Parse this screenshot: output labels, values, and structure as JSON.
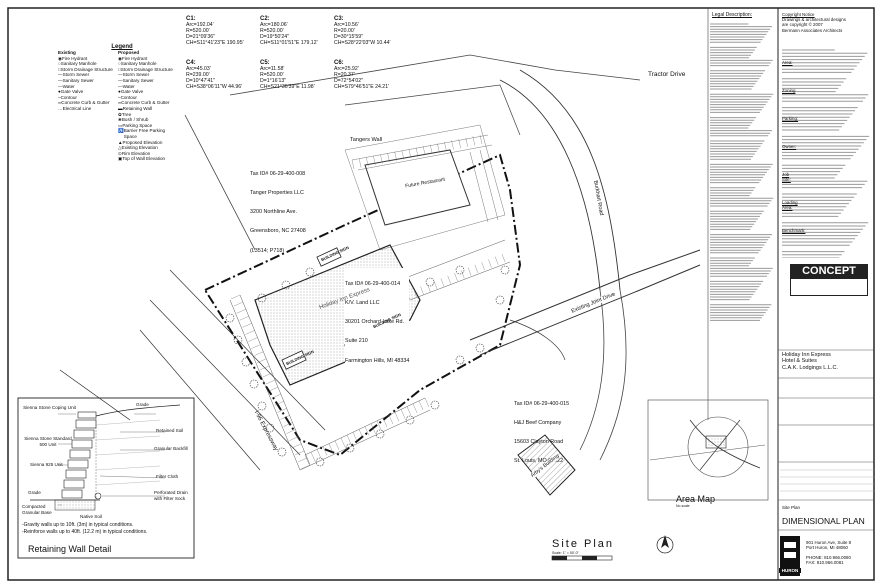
{
  "curves": [
    {
      "id": "C1:",
      "arc": "Arc=192.04'",
      "r": "R=520.00'",
      "d": "D=21°09'36\"",
      "ch": "CH=S11°41'23\"E 190.95'"
    },
    {
      "id": "C2:",
      "arc": "Arc=180.06'",
      "r": "R=520.00'",
      "d": "D=19°50'24\"",
      "ch": "CH=S11°01'51\"E 179.12'"
    },
    {
      "id": "C3:",
      "arc": "Arc=10.56'",
      "r": "R=20.00'",
      "d": "D=30°15'59\"",
      "ch": "CH=S28°22'03\"W 10.44'"
    },
    {
      "id": "C4:",
      "arc": "Arc=45.03'",
      "r": "R=239.00'",
      "d": "D=10°47'41\"",
      "ch": "CH=S38°06'11\"W 44.96'"
    },
    {
      "id": "C5:",
      "arc": "Arc=11.58'",
      "r": "R=520.00'",
      "d": "D=1°16'13\"",
      "ch": "CH=S21°36'39\"E 11.98'"
    },
    {
      "id": "C6:",
      "arc": "Arc=25.92'",
      "r": "R=20.37'",
      "d": "D=72°54'02\"",
      "ch": "CH=S79°46'51\"E 24.21'"
    }
  ],
  "legend": {
    "title": "Legend",
    "col1": "Existing",
    "col2": "Proposed",
    "existing": [
      "Fire Hydrant",
      "Sanitary Manhole",
      "Storm Drainage Structure",
      "Storm Sewer",
      "Sanitary Sewer",
      "Water",
      "Gate Valve",
      "Contour",
      "Concrete Curb & Gutter",
      "Electrical Line"
    ],
    "proposed": [
      "Fire Hydrant",
      "Sanitary Manhole",
      "Storm Drainage Structure",
      "Storm Sewer",
      "Sanitary Sewer",
      "Water",
      "Gate Valve",
      "Contour",
      "Concrete Curb & Gutter",
      "Retaining Wall",
      "Tree",
      "Bush / Shrub",
      "Parking Space",
      "Barrier Free Parking Space",
      "Proposed Elevation",
      "Existing Elevation",
      "Rim Elevation",
      "Top of Wall Elevation"
    ]
  },
  "parcels": {
    "tanger": [
      "Tax ID# 06-29-400-008",
      "Tanger Properties LLC",
      "3200 Northline Ave.",
      "Greensboro, NC 27408",
      "(L3514; P718)"
    ],
    "kv": [
      "Tax ID# 06-29-400-014",
      "K/V. Land LLC",
      "30201 Orchard Lake Rd.",
      "Suite 210",
      "Farmington Hills, MI 48334"
    ],
    "hj": [
      "Tax ID# 06-29-400-015",
      "H&J Beef Company",
      "15603 Clayton Road",
      "St. Louis, MO 63022"
    ]
  },
  "labels": {
    "tangers_wall": "Tangers Wall",
    "tractor_drive": "Tractor Drive",
    "future_restaurant": "Future Restaurant",
    "burkhart_road": "Burkhart Road",
    "existing_joint_drive": "Existing Joint Drive",
    "holiday_inn_express": "Holiday Inn Express",
    "i96_expressway": "I-96 Expressway",
    "arbys_building": "Arby's Building",
    "building_sign": "BUILDING SIGN",
    "area_map": "Area Map",
    "site_plan": "Site Plan",
    "site_plan_scale": "Scale: 1\" = 50'-0\"",
    "nts": "No scale"
  },
  "retaining_wall": {
    "title": "Retaining Wall Detail",
    "notes": [
      "-Gravity walls up to 10ft. (3m) in typical conditions.",
      "-Reinforce walls up to 40ft. (12.2 m) in typical conditions."
    ],
    "callouts": [
      "Sienna Stone Coping Unit",
      "Grade",
      "Retained Soil",
      "Sienna Stone Standard 500 Unit",
      "Granular Backfill",
      "Sienna 925 Unit",
      "Filter Cloth",
      "Grade",
      "Perforated Drain with Filter Sock",
      "Compacted Granular Base",
      "Native Soil"
    ]
  },
  "sidebar": {
    "legal_description": "Legal Description:",
    "copyright": "Copyright Notice",
    "copyright_lines": [
      "Drawings & architectural designs",
      "are copyright © 2007",
      "Bermann Associates Architects"
    ],
    "concept": "CONCEPT",
    "project": [
      "Holiday Inn Express",
      "Hotel & Suites",
      "C.A.K. Lodgings L.L.C."
    ],
    "sheet_title": "DIMENSIONAL PLAN",
    "sheet_sub": "Site Plan",
    "firm": "HURON",
    "firm_address": [
      "901 Huron Ave, Suite 8",
      "Port Huron, MI 48060"
    ],
    "phone_lbl": "PHONE:",
    "phone": "810.966.0080",
    "fax_lbl": "FAX:",
    "fax": "810.966.0081",
    "zoning_items": [
      "Area:",
      "Zoning",
      "Parking:",
      "Owner:",
      "Job Site:",
      "Loading Area:",
      "Benchmark:"
    ]
  }
}
